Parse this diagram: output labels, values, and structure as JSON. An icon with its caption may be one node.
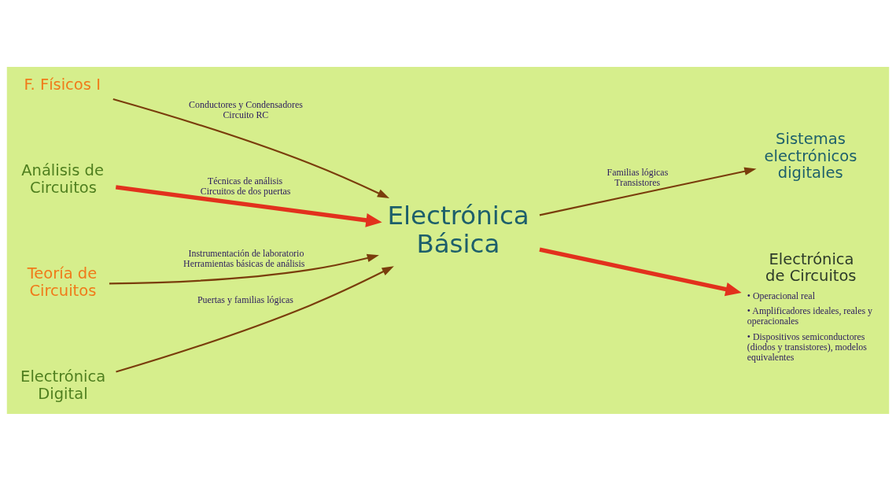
{
  "diagram": {
    "nodes": [
      {
        "text": [
          "F. Físicos I"
        ]
      },
      {
        "text": [
          "Análisis de Circuitos"
        ]
      },
      {
        "text": [
          "Teoría de Circuitos"
        ]
      },
      {
        "text": [
          "Electrónica Digital"
        ]
      },
      {
        "text": [
          "Electrónica Básica"
        ]
      },
      {
        "text": [
          "Sistemas electrónicos digitales"
        ]
      },
      {
        "text": [
          "Electrónica de Circuitos"
        ],
        "beside": [
          "• Operacional real",
          "• Amplificadores ideales, reales y operacionales",
          "• Dispositivos semiconductores (diodos y transistores), modelos equivalentes"
        ]
      }
    ],
    "edges": [
      {
        "from": 0,
        "to": 4,
        "arrow": "to",
        "label": [
          "Conductores y Condensadores",
          "Circuito RC"
        ]
      },
      {
        "from": 1,
        "to": 4,
        "arrow": "to",
        "label": [
          "Técnicas de análisis",
          "Circuitos de dos puertas"
        ],
        "style": "thick",
        "color": "#e2311d"
      },
      {
        "from": 2,
        "to": 4,
        "arrow": "to",
        "label": [
          "Instrumentación de laboratorio",
          "Herramientas básicas de análisis"
        ]
      },
      {
        "from": 3,
        "to": 4,
        "arrow": "to",
        "label": [
          "Puertas y familias lógicas"
        ]
      },
      {
        "from": 4,
        "to": 5,
        "arrow": "to",
        "label": [
          "Familias lógicas",
          "Transistores"
        ]
      },
      {
        "from": 4,
        "to": 6,
        "arrow": "to",
        "style": "thick",
        "color": "#e2311d"
      }
    ]
  }
}
